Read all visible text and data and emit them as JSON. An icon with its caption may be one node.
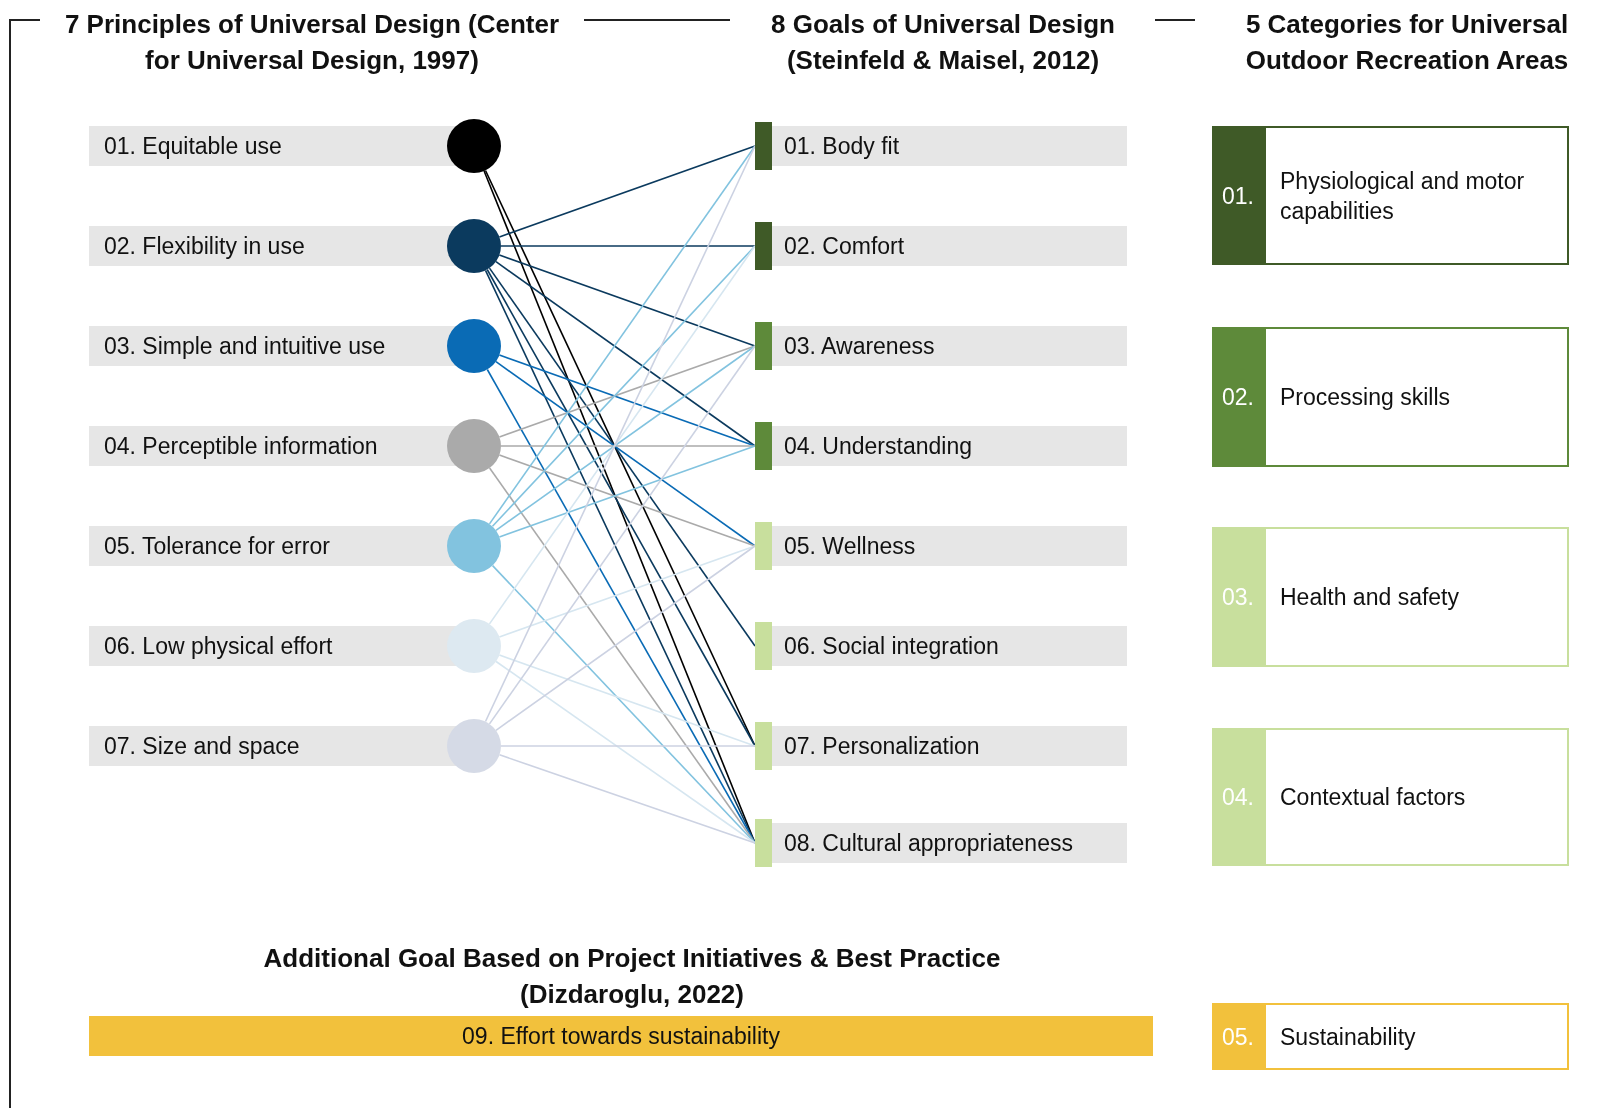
{
  "diagram": {
    "nodes": [
      {
        "text": [
          "01. Equitable use"
        ]
      },
      {
        "text": [
          "02. Flexibility in use"
        ]
      },
      {
        "text": [
          "03. Simple and intuitive use"
        ]
      },
      {
        "text": [
          "04. Perceptible information"
        ]
      },
      {
        "text": [
          "05. Tolerance for error"
        ]
      },
      {
        "text": [
          "06. Low physical effort"
        ]
      },
      {
        "text": [
          "07. Size and space"
        ]
      },
      {
        "text": [
          "01. Body fit"
        ]
      },
      {
        "text": [
          "02. Comfort"
        ]
      },
      {
        "text": [
          "03. Awareness"
        ]
      },
      {
        "text": [
          "04. Understanding"
        ]
      },
      {
        "text": [
          "05. Wellness"
        ]
      },
      {
        "text": [
          "06. Social integration"
        ]
      },
      {
        "text": [
          "07. Personalization"
        ]
      },
      {
        "text": [
          "08. Cultural appropriateness"
        ]
      },
      {
        "text": [
          "09. Effort towards sustainability"
        ]
      },
      {
        "text": [
          "01.",
          "Physiological and motor capabilities"
        ]
      },
      {
        "text": [
          "02.",
          "Processing skills"
        ]
      },
      {
        "text": [
          "03.",
          "Health and safety"
        ]
      },
      {
        "text": [
          "04.",
          "Contextual factors"
        ]
      },
      {
        "text": [
          "05.",
          "Sustainability"
        ]
      }
    ],
    "edges": [
      {
        "from": 0,
        "to": 13,
        "arrow": "none",
        "color": "#000000"
      },
      {
        "from": 0,
        "to": 14,
        "arrow": "none",
        "color": "#000000"
      },
      {
        "from": 1,
        "to": 7,
        "arrow": "none",
        "color": "#0b3a5e"
      },
      {
        "from": 1,
        "to": 8,
        "arrow": "none",
        "color": "#0b3a5e"
      },
      {
        "from": 1,
        "to": 9,
        "arrow": "none",
        "color": "#0b3a5e"
      },
      {
        "from": 1,
        "to": 10,
        "arrow": "none",
        "color": "#0b3a5e"
      },
      {
        "from": 1,
        "to": 12,
        "arrow": "none",
        "color": "#0b3a5e"
      },
      {
        "from": 1,
        "to": 13,
        "arrow": "none",
        "color": "#0b3a5e"
      },
      {
        "from": 1,
        "to": 14,
        "arrow": "none",
        "color": "#0b3a5e"
      },
      {
        "from": 2,
        "to": 10,
        "arrow": "none",
        "color": "#0a6bb5"
      },
      {
        "from": 2,
        "to": 11,
        "arrow": "none",
        "color": "#0a6bb5"
      },
      {
        "from": 2,
        "to": 14,
        "arrow": "none",
        "color": "#0a6bb5"
      },
      {
        "from": 3,
        "to": 9,
        "arrow": "none",
        "color": "#aaaaaa"
      },
      {
        "from": 3,
        "to": 10,
        "arrow": "none",
        "color": "#aaaaaa"
      },
      {
        "from": 3,
        "to": 11,
        "arrow": "none",
        "color": "#aaaaaa"
      },
      {
        "from": 3,
        "to": 14,
        "arrow": "none",
        "color": "#aaaaaa"
      },
      {
        "from": 4,
        "to": 7,
        "arrow": "none",
        "color": "#82c3df"
      },
      {
        "from": 4,
        "to": 8,
        "arrow": "none",
        "color": "#82c3df"
      },
      {
        "from": 4,
        "to": 9,
        "arrow": "none",
        "color": "#82c3df"
      },
      {
        "from": 4,
        "to": 10,
        "arrow": "none",
        "color": "#82c3df"
      },
      {
        "from": 4,
        "to": 14,
        "arrow": "none",
        "color": "#82c3df"
      },
      {
        "from": 5,
        "to": 8,
        "arrow": "none",
        "color": "#d6e6f0"
      },
      {
        "from": 5,
        "to": 11,
        "arrow": "none",
        "color": "#d6e6f0"
      },
      {
        "from": 5,
        "to": 13,
        "arrow": "none",
        "color": "#d6e6f0"
      },
      {
        "from": 5,
        "to": 14,
        "arrow": "none",
        "color": "#d6e6f0"
      },
      {
        "from": 6,
        "to": 7,
        "arrow": "none",
        "color": "#ccd2e2"
      },
      {
        "from": 6,
        "to": 9,
        "arrow": "none",
        "color": "#ccd2e2"
      },
      {
        "from": 6,
        "to": 11,
        "arrow": "none",
        "color": "#ccd2e2"
      },
      {
        "from": 6,
        "to": 13,
        "arrow": "none",
        "color": "#ccd2e2"
      },
      {
        "from": 6,
        "to": 14,
        "arrow": "none",
        "color": "#ccd2e2"
      }
    ],
    "labels": [
      "7 Principles of Universal Design (Center for Universal Design, 1997)",
      "8 Goals of Universal Design (Steinfeld & Maisel, 2012)",
      "5 Categories for Universal Outdoor Recreation Areas",
      "Additional Goal Based on Project Initiatives & Best Practice (Dizdaroglu, 2022)"
    ]
  }
}
